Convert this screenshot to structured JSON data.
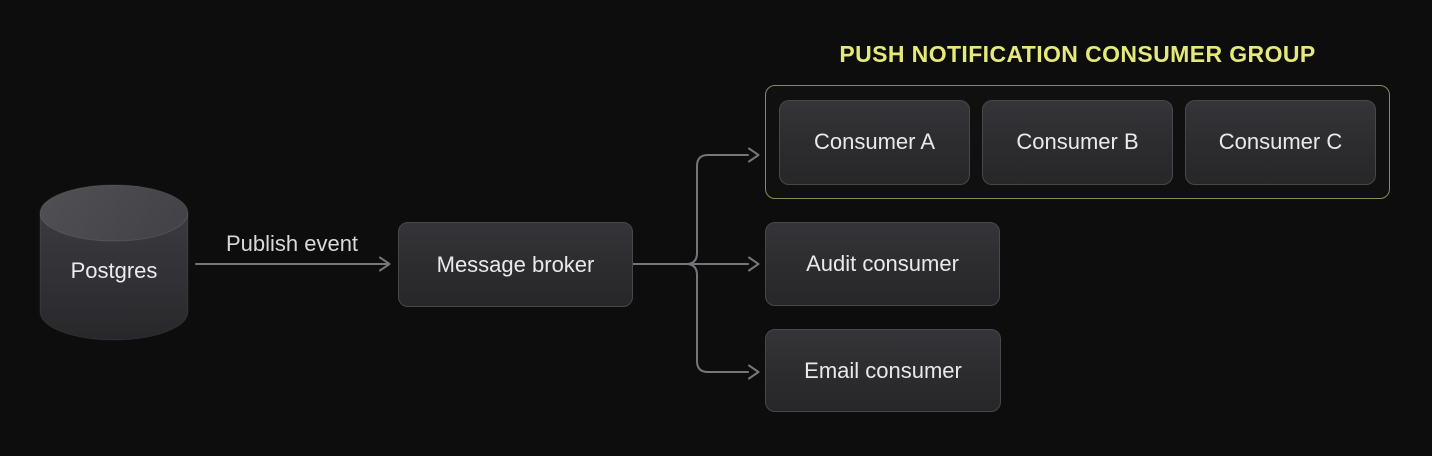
{
  "nodes": {
    "postgres": {
      "label": "Postgres"
    },
    "message_broker": {
      "label": "Message broker"
    },
    "audit_consumer": {
      "label": "Audit consumer"
    },
    "email_consumer": {
      "label": "Email consumer"
    }
  },
  "edges": {
    "publish_event": {
      "label": "Publish event"
    }
  },
  "consumer_group": {
    "title": "PUSH NOTIFICATION CONSUMER GROUP",
    "consumers": [
      {
        "label": "Consumer A"
      },
      {
        "label": "Consumer B"
      },
      {
        "label": "Consumer C"
      }
    ]
  },
  "colors": {
    "background": "#0d0d0d",
    "node_fill_top": "#353539",
    "node_fill_bottom": "#27272a",
    "node_border": "#48484c",
    "node_text": "#e9e9eb",
    "arrow": "#76767a",
    "edge_label_text": "#d9d9db",
    "group_border": "#8a8b52",
    "group_title": "#e5e97a",
    "cylinder_top": "#4a4a4f",
    "cylinder_body": "#343438"
  }
}
